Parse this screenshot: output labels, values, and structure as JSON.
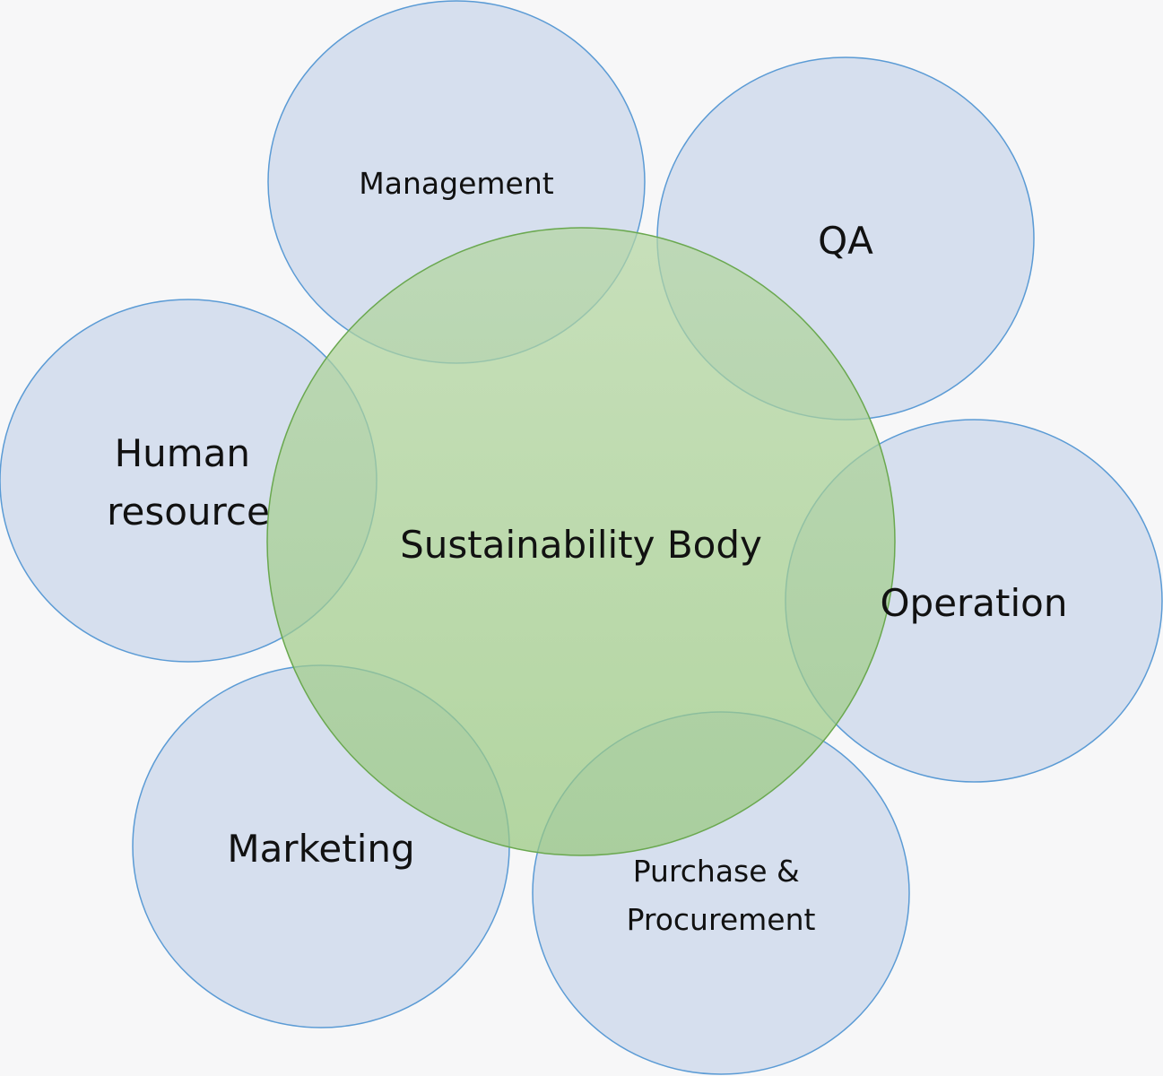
{
  "center": {
    "label": "Sustainability Body"
  },
  "nodes": [
    {
      "id": "management",
      "lines": [
        "Management"
      ]
    },
    {
      "id": "qa",
      "lines": [
        "QA"
      ]
    },
    {
      "id": "human-resource",
      "lines": [
        "Human",
        "resource"
      ]
    },
    {
      "id": "operation",
      "lines": [
        "Operation"
      ]
    },
    {
      "id": "marketing",
      "lines": [
        "Marketing"
      ]
    },
    {
      "id": "purchase-procurement",
      "lines": [
        "Purchase &",
        "Procurement"
      ]
    }
  ],
  "colors": {
    "background": "#f7f7f8",
    "outer_fill": "#d6dfee",
    "outer_stroke": "#5b9bd5",
    "center_fill_top": "#b4d6a2",
    "center_fill_bottom": "#98c87f",
    "center_stroke": "#6aa84f",
    "text": "#111111"
  }
}
